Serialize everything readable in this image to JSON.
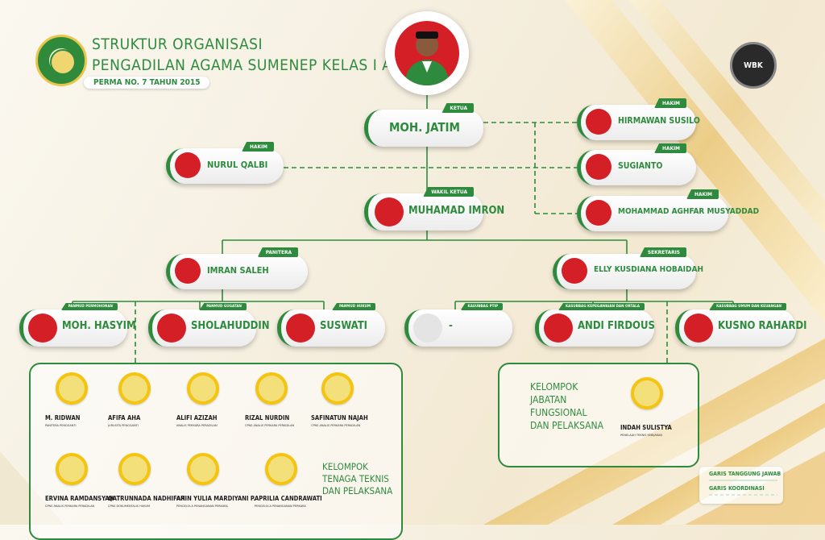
{
  "header": {
    "title_line1": "STRUKTUR ORGANISASI",
    "title_line2": "PENGADILAN AGAMA SUMENEP KELAS I A",
    "subtitle": "PERMA NO. 7 TAHUN 2015",
    "badge_text": "WBK"
  },
  "ketua": {
    "name": "MOH. JATIM",
    "role": "KETUA"
  },
  "wakil": {
    "name": "MUHAMAD IMRON",
    "role": "WAKIL KETUA"
  },
  "hakim": [
    {
      "name": "NURUL QALBI",
      "role": "HAKIM"
    },
    {
      "name": "HIRMAWAN SUSILO",
      "role": "HAKIM"
    },
    {
      "name": "SUGIANTO",
      "role": "HAKIM"
    },
    {
      "name": "MOHAMMAD AGHFAR MUSYADDAD",
      "role": "HAKIM"
    }
  ],
  "panitera": {
    "name": "IMRAN SALEH",
    "role": "PANITERA"
  },
  "sekretaris": {
    "name": "ELLY KUSDIANA HOBAIDAH",
    "role": "SEKRETARIS"
  },
  "panmud": [
    {
      "name": "MOH. HASYIM",
      "role": "PANMUD PERMOHONAN"
    },
    {
      "name": "SHOLAHUDDIN",
      "role": "PANMUD GUGATAN"
    },
    {
      "name": "SUSWATI",
      "role": "PANMUD HUKUM"
    }
  ],
  "kasubbag": [
    {
      "name": "-",
      "role": "KASUBBAG PTIP"
    },
    {
      "name": "ANDI FIRDOUS",
      "role": "KASUBBAG KEPEGAWAIAN DAN ORTALA"
    },
    {
      "name": "KUSNO RAHARDI",
      "role": "KASUBBAG UMUM DAN KEUANGAN"
    }
  ],
  "teknis": {
    "label": [
      "KELOMPOK",
      "TENAGA TEKNIS",
      "DAN PELAKSANA"
    ],
    "members": [
      {
        "name": "M. RIDWAN",
        "role": "PANITERA PENGGANTI"
      },
      {
        "name": "AFIFA AHA",
        "role": "JURUSITA PENGGANTI"
      },
      {
        "name": "ALIFI AZIZAH",
        "role": "ANALIS PERKARA PERADILAN"
      },
      {
        "name": "RIZAL NURDIN",
        "role": "CPNS ANALIS PERKARA PERADILAN"
      },
      {
        "name": "SAFINATUN NAJAH",
        "role": "CPNS ANALIS PERKARA PERADILAN"
      },
      {
        "name": "ERVINA RAMDANSYAH",
        "role": "CPNS ANALIS PERKARA PERADILAN"
      },
      {
        "name": "QATRUNNADA NADHIFAH",
        "role": "CPNS DOKUMENTALIS HUKUM"
      },
      {
        "name": "ARIN YULIA MARDIYANI P.",
        "role": "PENGELOLA PENANGANAN PERKARA"
      },
      {
        "name": "APRILIA CANDRAWATI",
        "role": "PENGELOLA PENANGANAN PERKARA"
      }
    ]
  },
  "fungsional": {
    "label": [
      "KELOMPOK",
      "JABATAN",
      "FUNGSIONAL",
      "DAN PELAKSANA"
    ],
    "members": [
      {
        "name": "INDAH SULISTYA",
        "role": "PENELAAH TEKNIS KEBIJAKAN"
      }
    ]
  },
  "legend": {
    "solid": "GARIS TANGGUNG JAWAB",
    "dashed": "GARIS KOORDINASI"
  },
  "colors": {
    "primary": "#2e8b3e",
    "accent": "#f4c40f",
    "photo_bg": "#d41f26"
  }
}
